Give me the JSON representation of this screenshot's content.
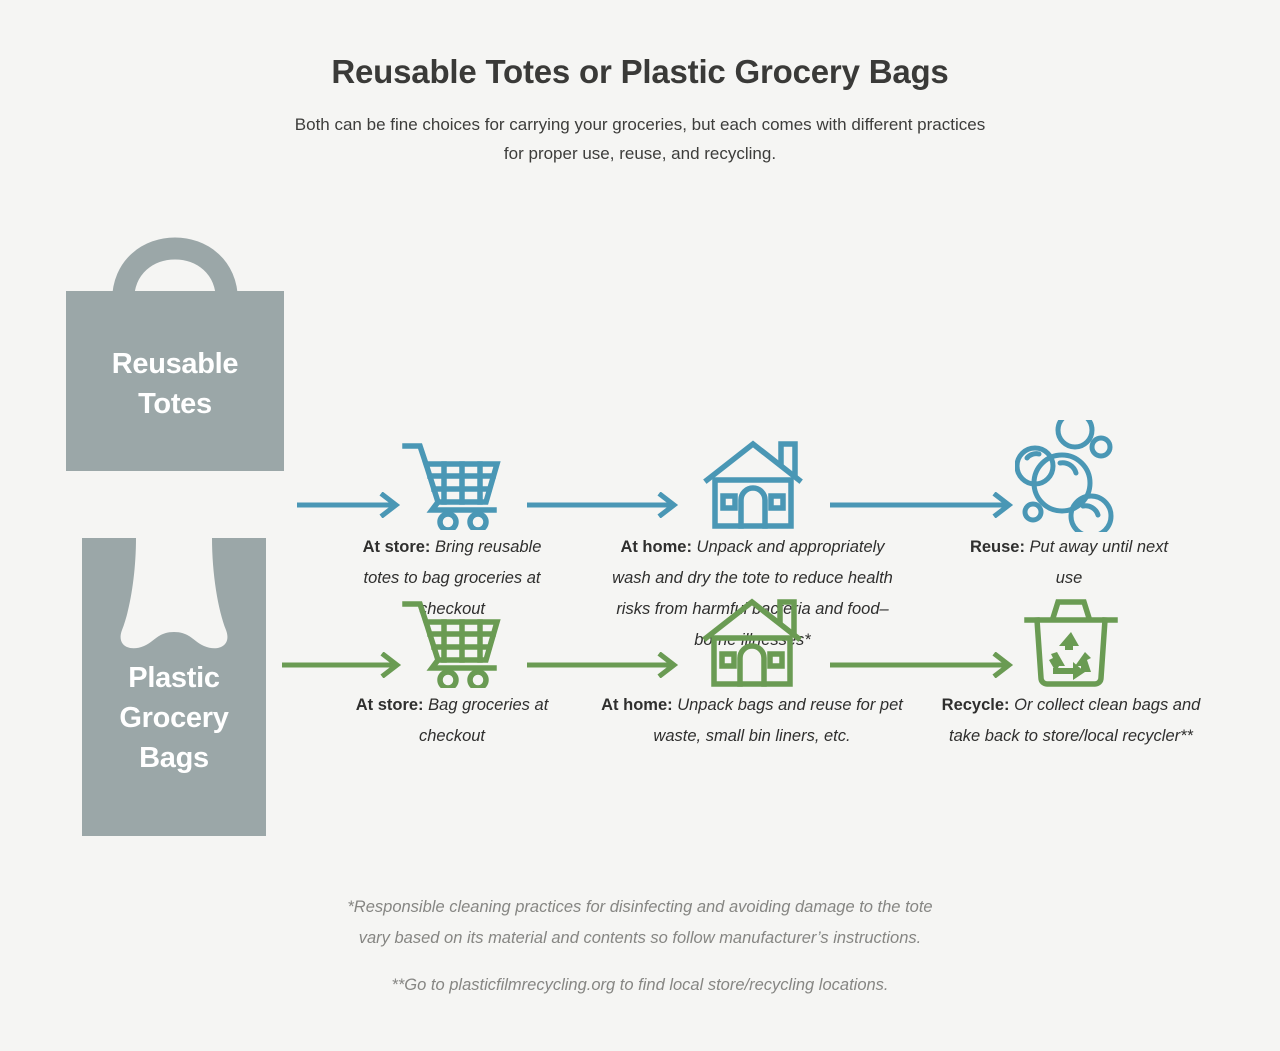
{
  "header": {
    "title": "Reusable Totes or Plastic Grocery Bags",
    "subtitle_line1": "Both can be fine choices for carrying your groceries, but each comes with different practices",
    "subtitle_line2": "for proper use, reuse, and recycling."
  },
  "colors": {
    "background": "#f5f5f3",
    "bag_gray": "#9ba7a8",
    "teal": "#4a97b5",
    "green": "#6a9b53",
    "text_dark": "#2f2f2e",
    "footnote_gray": "#868683"
  },
  "rows": [
    {
      "id": "reusable-totes",
      "bag_label_line1": "Reusable",
      "bag_label_line2": "Totes",
      "bag_icon": "tote-bag-icon",
      "accent": "#4a97b5",
      "steps": [
        {
          "icon": "shopping-cart-icon",
          "label": "At store:",
          "text": " Bring reusable totes to bag groceries at checkout"
        },
        {
          "icon": "house-icon",
          "label": "At home:",
          "text": " Unpack and appropriately wash and dry the tote to reduce health risks from harmful bacteria and food–borne illnesses*"
        },
        {
          "icon": "soap-bubbles-icon",
          "label": "Reuse:",
          "text": " Put away until next use"
        }
      ]
    },
    {
      "id": "plastic-grocery-bags",
      "bag_label_line1": "Plastic",
      "bag_label_line2": "Grocery",
      "bag_label_line3": "Bags",
      "bag_icon": "plastic-bag-icon",
      "accent": "#6a9b53",
      "steps": [
        {
          "icon": "shopping-cart-icon",
          "label": "At store:",
          "text": " Bag groceries at checkout"
        },
        {
          "icon": "house-icon",
          "label": "At home:",
          "text": " Unpack bags and reuse for pet waste, small bin liners, etc."
        },
        {
          "icon": "recycle-bin-icon",
          "label": "Recycle:",
          "text": " Or collect clean bags and take back to store/local recycler**"
        }
      ]
    }
  ],
  "footnotes": {
    "note1_line1": "*Responsible cleaning practices for disinfecting and avoiding damage to the tote",
    "note1_line2": "vary based on its material and contents so follow manufacturer’s instructions.",
    "note2": "**Go to plasticfilmrecycling.org to find local store/recycling locations."
  }
}
